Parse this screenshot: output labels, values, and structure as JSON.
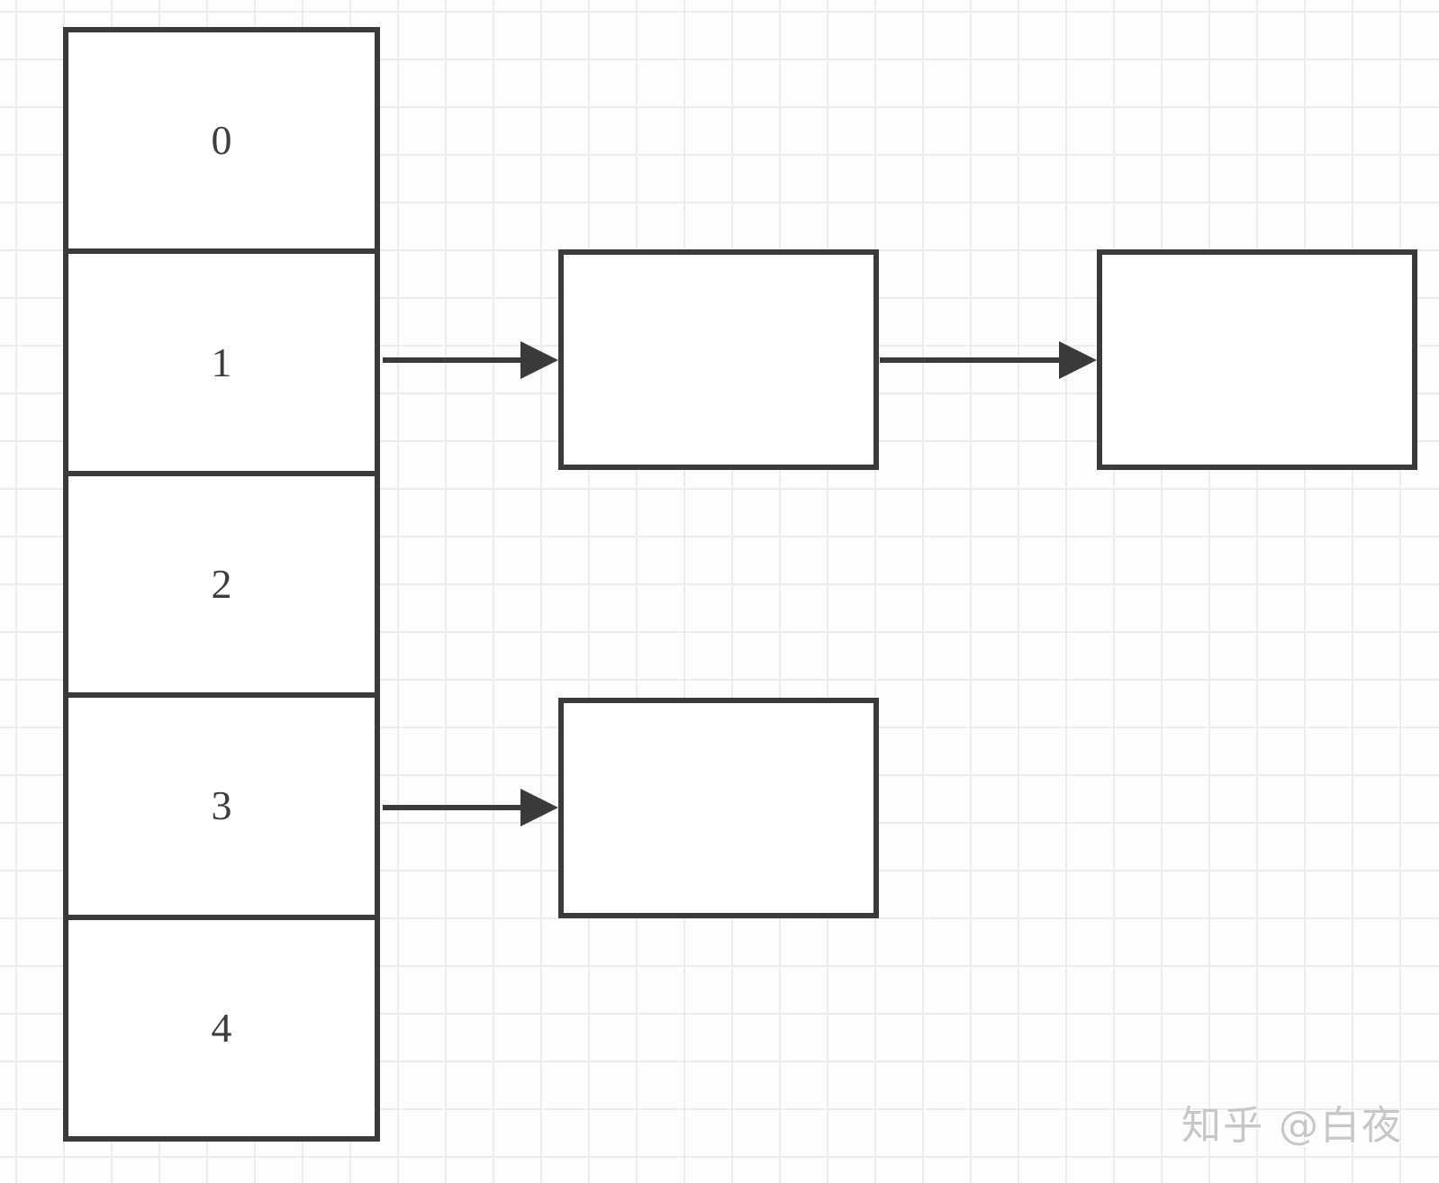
{
  "diagram": {
    "type": "array-of-linked-lists",
    "array": {
      "cells": [
        {
          "label": "0"
        },
        {
          "label": "1"
        },
        {
          "label": "2"
        },
        {
          "label": "3"
        },
        {
          "label": "4"
        }
      ]
    },
    "nodes": [
      {
        "id": "node-1",
        "label": ""
      },
      {
        "id": "node-2",
        "label": ""
      },
      {
        "id": "node-3",
        "label": ""
      }
    ],
    "edges": [
      {
        "from": "array-cell-1",
        "to": "node-1"
      },
      {
        "from": "node-1",
        "to": "node-2"
      },
      {
        "from": "array-cell-3",
        "to": "node-3"
      }
    ]
  },
  "watermark": {
    "text": "知乎 @白夜"
  },
  "colors": {
    "line": "#3a3a3a",
    "box_fill": "#ffffff",
    "grid_line": "#ececec",
    "background": "#fdfdfd",
    "label_text": "#3d3d3d",
    "watermark_text": "#c7c7c7"
  }
}
